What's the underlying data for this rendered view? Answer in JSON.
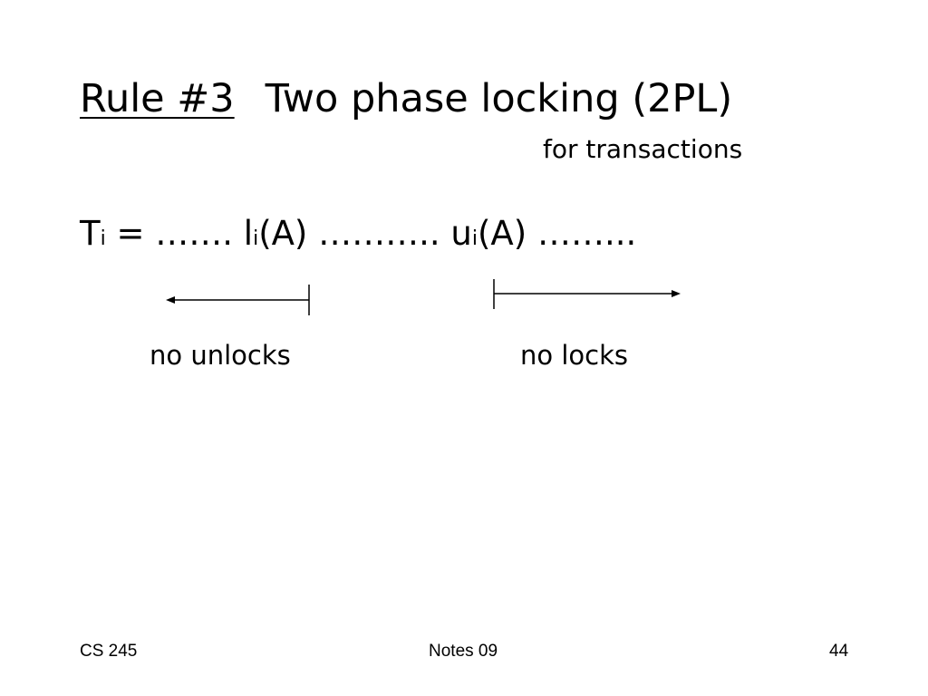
{
  "slide": {
    "title_rule": "Rule #3",
    "title_text": "Two phase locking (2PL)",
    "subtitle": "for transactions",
    "formula": {
      "t": "T",
      "t_sub": "i",
      "eq_part": " = ……. ",
      "l": "l",
      "l_sub": "i",
      "mid_part": "(A) ……….. ",
      "u": "u",
      "u_sub": "i",
      "end_part": "(A) ……..."
    },
    "left_label": "no unlocks",
    "right_label": "no locks"
  },
  "footer": {
    "left": "CS 245",
    "center": "Notes 09",
    "right": "44"
  }
}
